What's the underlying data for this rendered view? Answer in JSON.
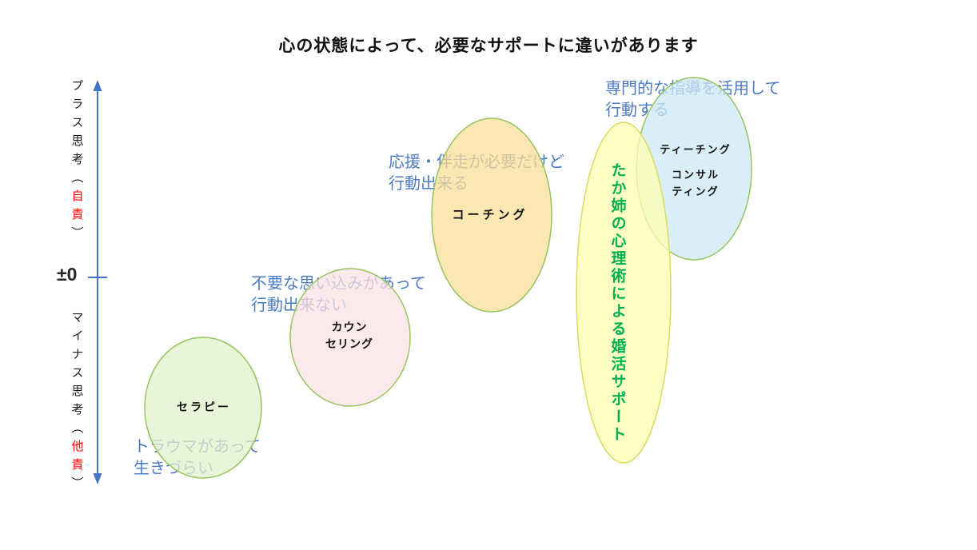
{
  "title": "心の状態によって、必要なサポートに違いがあります",
  "axis": {
    "zero_label": "±0",
    "top": {
      "text": "プラス思考（",
      "highlight": "自責",
      "close": "）"
    },
    "bottom": {
      "text": "マイナス思考（",
      "highlight": "他責",
      "close": "）"
    }
  },
  "ellipses": {
    "therapy": {
      "label": "セラピー"
    },
    "counseling": {
      "label_line1": "カウン",
      "label_line2": "セリング"
    },
    "coaching": {
      "label": "コーチング"
    },
    "teaching": {
      "label": "ティーチング",
      "label2_line1": "コンサル",
      "label2_line2": "ティング"
    },
    "main": {
      "label": "たか姉の心理術による婚活サポート"
    }
  },
  "notes": {
    "therapy": {
      "line1": "トラウマがあって",
      "line2": "生きづらい"
    },
    "counseling": {
      "line1": "不要な思い込みがあって",
      "line2": "行動出来ない"
    },
    "coaching": {
      "line1": "応援・伴走が必要だけど",
      "line2": "行動出来る"
    },
    "teaching": {
      "line1": "専門的な指導を活用して",
      "line2": "行動する"
    }
  },
  "colors": {
    "accent_blue": "#4472c4",
    "note_blue": "#4c7bc4",
    "red": "#ff0000",
    "green_text": "#00b050",
    "ellipse_border": "#97c45f",
    "main_border": "#d6de5e",
    "therapy_fill": "#e2f2cb",
    "counseling_fill": "#fbe2e3",
    "coaching_fill": "#fadf98",
    "teaching_fill": "#cee8f6",
    "main_fill": "#ffffb2"
  }
}
